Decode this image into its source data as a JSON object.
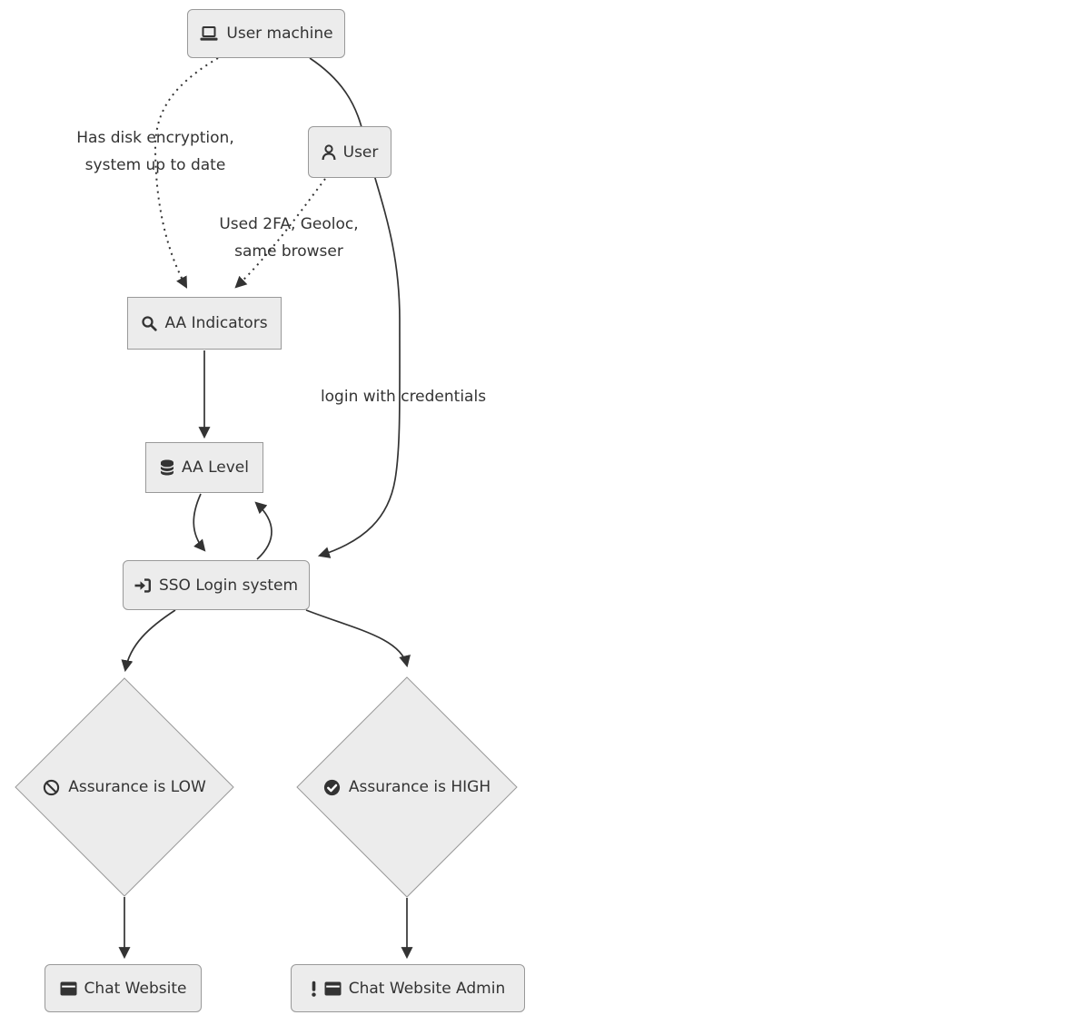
{
  "diagram": {
    "type": "flowchart",
    "direction": "top-down",
    "colors": {
      "background": "#ffffff",
      "node_fill": "#ececec",
      "node_border": "#999999",
      "edge": "#333333",
      "text": "#333333"
    },
    "nodes": [
      {
        "id": "user-machine",
        "label": "User machine",
        "shape": "rounded-rect",
        "icon": "laptop-icon"
      },
      {
        "id": "user",
        "label": "User",
        "shape": "rounded-rect",
        "icon": "user-icon"
      },
      {
        "id": "aa-indicators",
        "label": "AA Indicators",
        "shape": "rect",
        "icon": "search-icon"
      },
      {
        "id": "aa-level",
        "label": "AA Level",
        "shape": "rect",
        "icon": "database-icon"
      },
      {
        "id": "sso-login",
        "label": "SSO Login system",
        "shape": "rounded-rect",
        "icon": "sign-in-icon"
      },
      {
        "id": "assurance-low",
        "label": "Assurance is LOW",
        "shape": "diamond",
        "icon": "ban-icon"
      },
      {
        "id": "assurance-high",
        "label": "Assurance is HIGH",
        "shape": "diamond",
        "icon": "check-circle-icon"
      },
      {
        "id": "chat-website",
        "label": "Chat Website",
        "shape": "rounded-rect",
        "icon": "browser-window-icon"
      },
      {
        "id": "chat-website-admin",
        "label": "Chat Website Admin",
        "shape": "rounded-rect",
        "icon": "exclamation-icon browser-window-icon"
      }
    ],
    "edges": [
      {
        "from": "user-machine",
        "to": "aa-indicators",
        "style": "dotted",
        "label": "Has disk encryption,\nsystem up to date"
      },
      {
        "from": "user",
        "to": "aa-indicators",
        "style": "dotted",
        "label": "Used 2FA, Geoloc,\nsame browser"
      },
      {
        "from": "user-machine",
        "to": "sso-login",
        "style": "solid",
        "label": "login with credentials"
      },
      {
        "from": "aa-indicators",
        "to": "aa-level",
        "style": "solid",
        "label": ""
      },
      {
        "from": "aa-level",
        "to": "sso-login",
        "style": "solid",
        "label": ""
      },
      {
        "from": "sso-login",
        "to": "aa-level",
        "style": "solid",
        "label": ""
      },
      {
        "from": "sso-login",
        "to": "assurance-low",
        "style": "solid",
        "label": ""
      },
      {
        "from": "sso-login",
        "to": "assurance-high",
        "style": "solid",
        "label": ""
      },
      {
        "from": "assurance-low",
        "to": "chat-website",
        "style": "solid",
        "label": ""
      },
      {
        "from": "assurance-high",
        "to": "chat-website-admin",
        "style": "solid",
        "label": ""
      }
    ]
  }
}
